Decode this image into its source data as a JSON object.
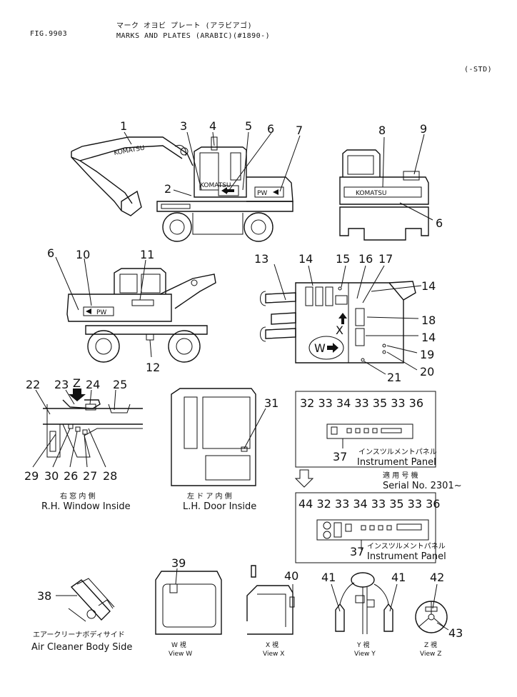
{
  "header": {
    "fig": "FIG.9903",
    "jp_title": "マーク オヨビ プレート (アラビアゴ)",
    "title": "MARKS AND PLATES (ARABIC)(#1890-)",
    "std": "(-STD)"
  },
  "machine": {
    "brand": "KOMATSU",
    "brand_short": "PW"
  },
  "callouts": {
    "c1": "1",
    "c2": "2",
    "c3": "3",
    "c4": "4",
    "c5": "5",
    "c6a": "6",
    "c7": "7",
    "c8": "8",
    "c9": "9",
    "c6b": "6",
    "c6c": "6",
    "c10": "10",
    "c11": "11",
    "c12": "12",
    "c13": "13",
    "c14a": "14",
    "c15": "15",
    "c16": "16",
    "c17": "17",
    "c14b": "14",
    "c18": "18",
    "c14c": "14",
    "c19": "19",
    "c20": "20",
    "c21": "21",
    "c22": "22",
    "c23": "23",
    "c24": "24",
    "c25": "25",
    "c29": "29",
    "c30": "30",
    "c26": "26",
    "c27": "27",
    "c28": "28",
    "c31": "31",
    "panel1_row": "32 33 34 33 35 33 36",
    "c37a": "37",
    "panel2_row": "44 32 33 34 33 35 33 36",
    "c37b": "37",
    "c38": "38",
    "c39": "39",
    "c40": "40",
    "c41a": "41",
    "c41b": "41",
    "c42": "42",
    "c43": "43"
  },
  "view_marks": {
    "z": "Z",
    "x": "X",
    "w": "W"
  },
  "labels": {
    "rh_jp": "右 窓 内 側",
    "rh_en": "R.H. Window Inside",
    "lh_jp": "左 ド ア 内 側",
    "lh_en": "L.H. Door Inside",
    "instr_jp": "インスツルメントパネル",
    "instr_en": "Instrument Panel",
    "serial_jp": "適 用 号 機",
    "serial_en": "Serial No. 2301~",
    "air_jp": "エアークリーナボディサイド",
    "air_en": "Air Cleaner Body Side",
    "vw_jp": "W 視",
    "vw_en": "View W",
    "vx_jp": "X 視",
    "vx_en": "View X",
    "vy_jp": "Y 視",
    "vy_en": "View Y",
    "vz_jp": "Z 視",
    "vz_en": "View Z"
  }
}
